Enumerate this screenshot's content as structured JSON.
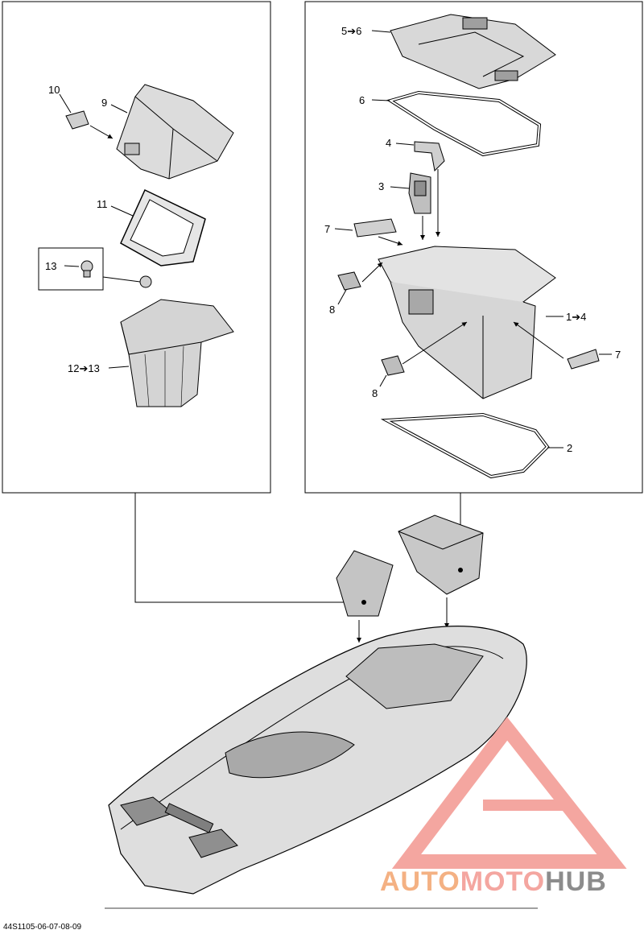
{
  "callouts": {
    "c10": "10",
    "c9": "9",
    "c11": "11",
    "c13": "13",
    "c12_13": "12➔13",
    "c5_6": "5➔6",
    "c6": "6",
    "c4": "4",
    "c3": "3",
    "c7a": "7",
    "c8a": "8",
    "c1_4": "1➔4",
    "c7b": "7",
    "c8b": "8",
    "c2": "2"
  },
  "footer": {
    "code": "44S1105-06-07-08-09"
  },
  "watermark": {
    "part1": "AUTO",
    "part2": "MOTO",
    "part3": "HUB"
  },
  "colors": {
    "outline": "#000000",
    "part_fill": "#d9d9d9",
    "logo": "#f08a80"
  }
}
